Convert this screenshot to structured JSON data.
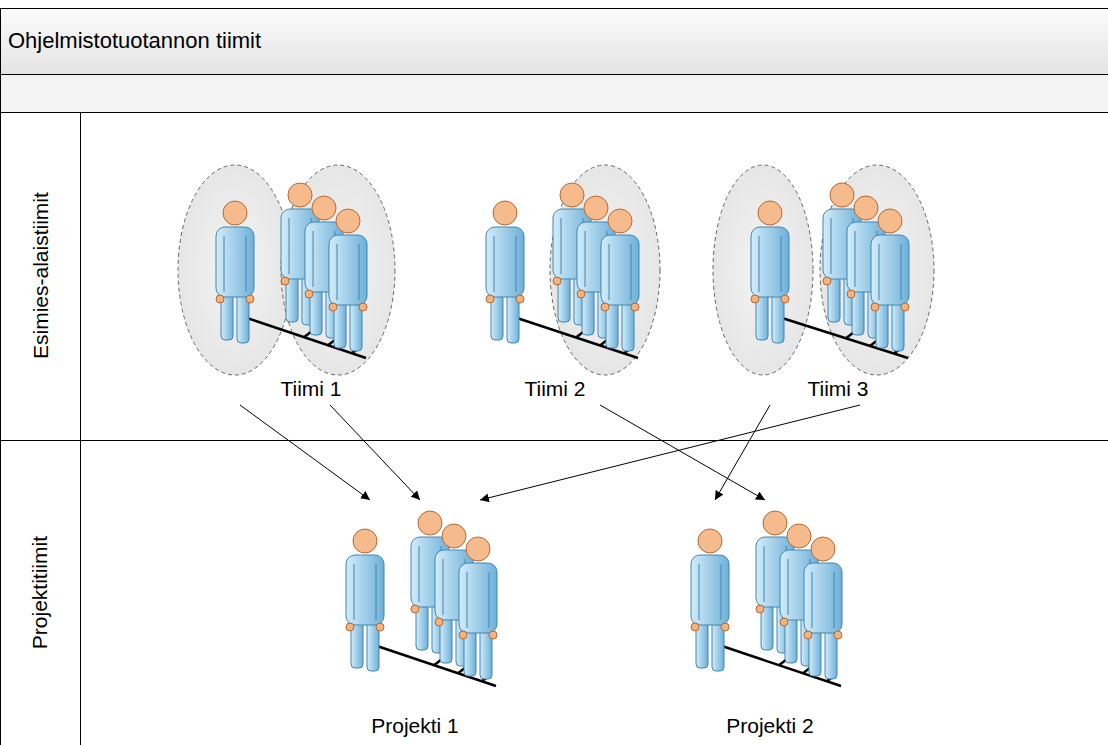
{
  "diagram": {
    "title": "Ohjelmistotuotannon tiimit",
    "nodes": [
      {
        "text": [
          "Esimies-alaistiimit"
        ]
      },
      {
        "text": [
          "Tiimi 1"
        ],
        "in": 0
      },
      {
        "text": [
          "Tiimi 2"
        ],
        "in": 0
      },
      {
        "text": [
          "Tiimi 3"
        ],
        "in": 0
      },
      {
        "text": [
          "Projektitiimit"
        ]
      },
      {
        "text": [
          "Projekti 1"
        ],
        "in": 4
      },
      {
        "text": [
          "Projekti 2"
        ],
        "in": 4
      }
    ],
    "edges": [
      {
        "from": 1,
        "to": 5,
        "arrow": "to"
      },
      {
        "from": 1,
        "to": 5,
        "arrow": "to"
      },
      {
        "from": 2,
        "to": 6,
        "arrow": "to"
      },
      {
        "from": 3,
        "to": 6,
        "arrow": "to"
      },
      {
        "from": 3,
        "to": 5,
        "arrow": "to"
      }
    ]
  }
}
